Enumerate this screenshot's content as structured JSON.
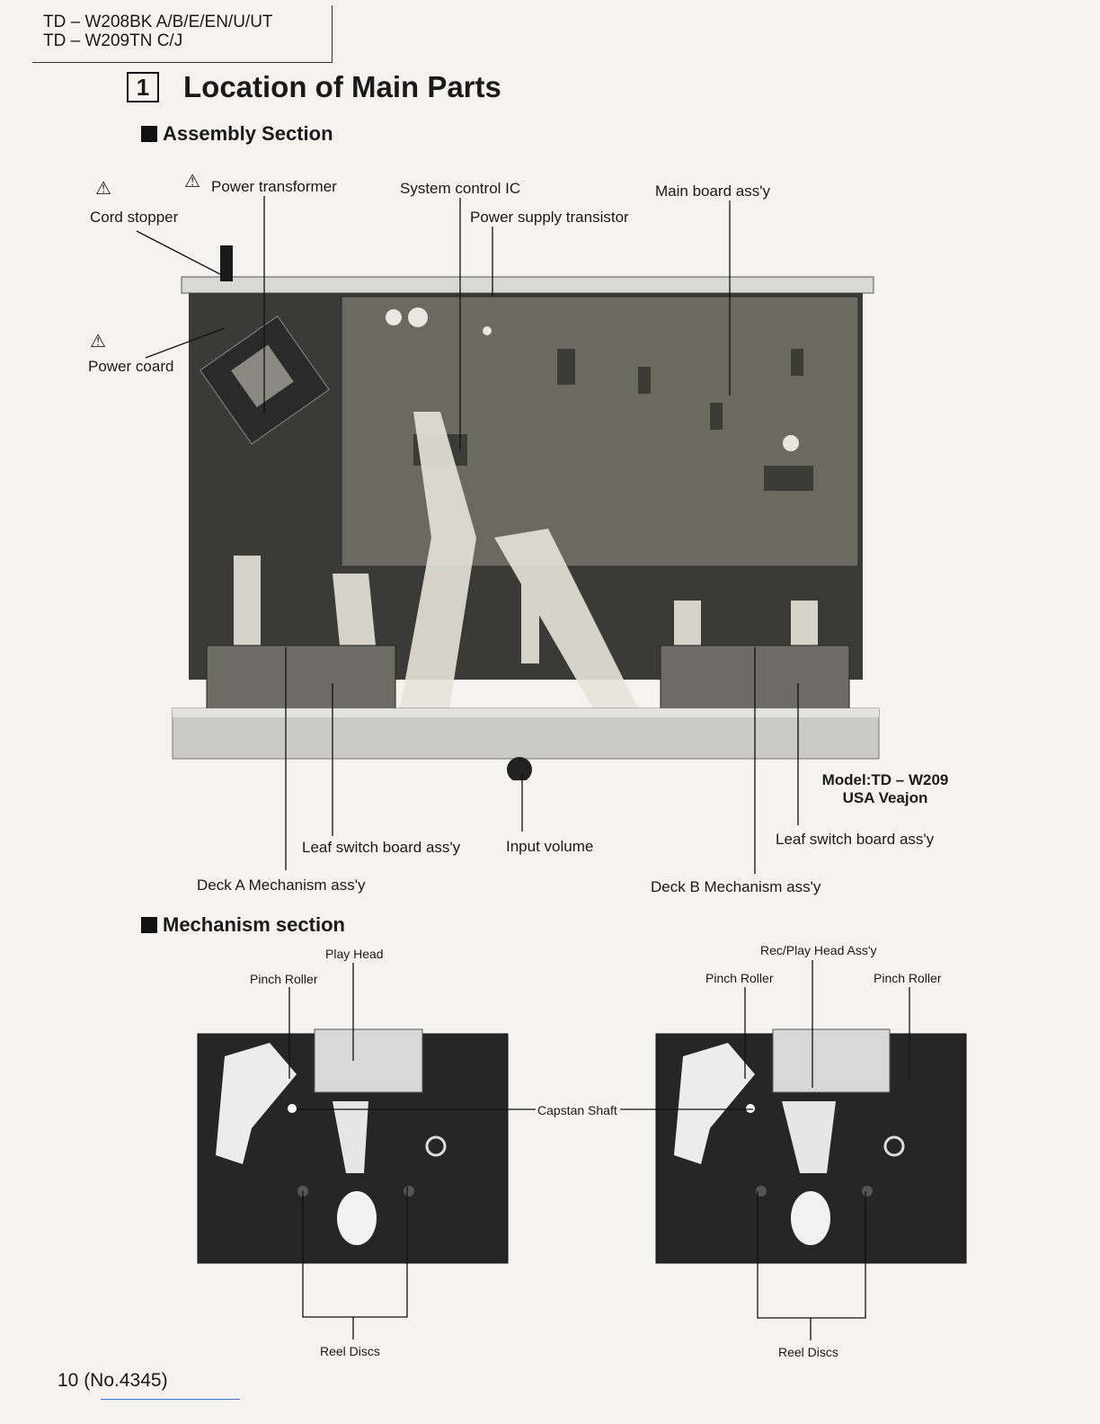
{
  "header": {
    "model_line_1": "TD – W208BK A/B/E/EN/U/UT",
    "model_line_2": "TD – W209TN C/J",
    "section_number": "1",
    "title": "Location of Main Parts"
  },
  "assembly": {
    "heading": "Assembly Section",
    "labels": {
      "power_transformer": "Power transformer",
      "system_control_ic": "System control IC",
      "main_board": "Main board ass'y",
      "cord_stopper": "Cord stopper",
      "power_supply_transistor": "Power supply transistor",
      "power_coard": "Power coard",
      "model_line_1": "Model:TD – W209",
      "model_line_2": "USA Veajon",
      "leaf_switch_a": "Leaf switch board ass'y",
      "input_volume": "Input volume",
      "leaf_switch_b": "Leaf switch board ass'y",
      "deck_a": "Deck A  Mechanism ass'y",
      "deck_b": "Deck B  Mechanism ass'y"
    },
    "warning_symbol": "⚠"
  },
  "mechanism": {
    "heading": "Mechanism section",
    "labels": {
      "play_head": "Play Head",
      "pinch_roller_a": "Pinch Roller",
      "rec_play_head": "Rec/Play Head Ass'y",
      "pinch_roller_b1": "Pinch Roller",
      "pinch_roller_b2": "Pinch Roller",
      "capstan_shaft": "Capstan Shaft",
      "reel_discs_a": "Reel Discs",
      "reel_discs_b": "Reel Discs"
    }
  },
  "footer": {
    "page": "10  (No.4345)"
  },
  "icons": {
    "warning": "warning-triangle-icon",
    "section_marker": "black-square-icon"
  },
  "colors": {
    "page_bg": "#f4f3f0",
    "ink": "#1a1a1a",
    "photo_dark": "#2b2b2b",
    "board_green": "#5a5a52",
    "panel_silver": "#c9c9c6"
  }
}
